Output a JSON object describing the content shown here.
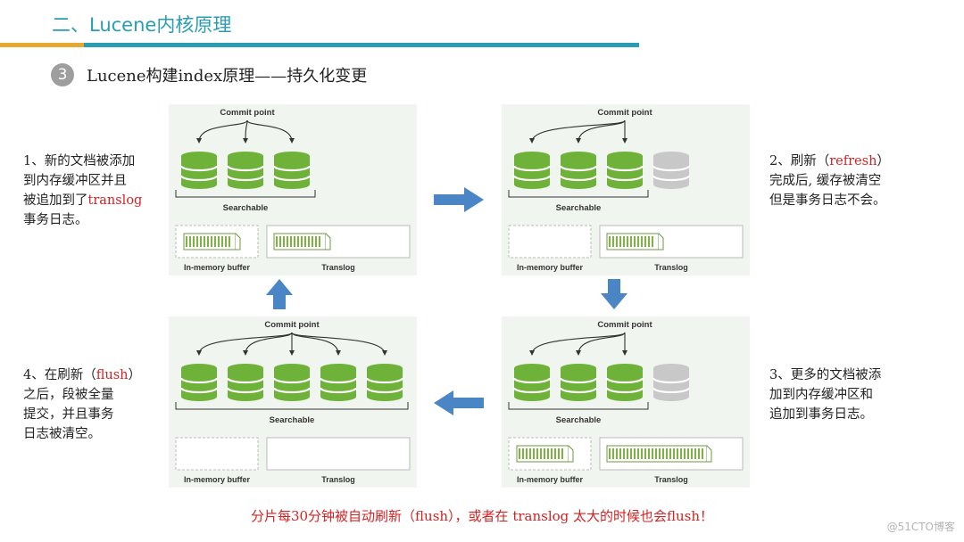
{
  "header": {
    "title": "二、Lucene内核原理",
    "step_number": "3",
    "subtitle": "Lucene构建index原理——持久化变更"
  },
  "colors": {
    "teal": "#2a9db5",
    "gold": "#e5a92f",
    "segment_green": "#6fb23a",
    "segment_gray": "#c8c8c8",
    "arrow_blue": "#4a86c5",
    "red_text": "#d22222"
  },
  "labels": {
    "commit_point": "Commit point",
    "searchable": "Searchable",
    "in_memory_buffer": "In-memory buffer",
    "translog": "Translog"
  },
  "panels": [
    {
      "id": "p1",
      "green_segments": 3,
      "gray_segments": 0,
      "buffer_docs": 1,
      "translog_docs": 1
    },
    {
      "id": "p2",
      "green_segments": 3,
      "gray_segments": 1,
      "buffer_docs": 0,
      "translog_docs": 1
    },
    {
      "id": "p3",
      "green_segments": 3,
      "gray_segments": 1,
      "buffer_docs": 1,
      "translog_docs": 2
    },
    {
      "id": "p4",
      "green_segments": 5,
      "gray_segments": 0,
      "buffer_docs": 0,
      "translog_docs": 0
    }
  ],
  "steps": {
    "step1": {
      "l1": "1、新的文档被添加",
      "l2": "到内存缓冲区并且",
      "l3a": "被追加到了",
      "l3b": "translog",
      "l4": "事务日志。"
    },
    "step2": {
      "l1a": "2、刷新（",
      "l1b": "refresh",
      "l1c": "）",
      "l2": "完成后, 缓存被清空",
      "l3": "但是事务日志不会。"
    },
    "step3": {
      "l1": "3、更多的文档被添",
      "l2": "加到内存缓冲区和",
      "l3": "追加到事务日志。"
    },
    "step4": {
      "l1a": "4、在刷新（",
      "l1b": "flush",
      "l1c": "）",
      "l2": "之后，段被全量",
      "l3": "提交，并且事务",
      "l4": "日志被清空。"
    }
  },
  "footer": "分片每30分钟被自动刷新（flush），或者在 translog 太大的时候也会flush！",
  "watermark": "@51CTO博客"
}
